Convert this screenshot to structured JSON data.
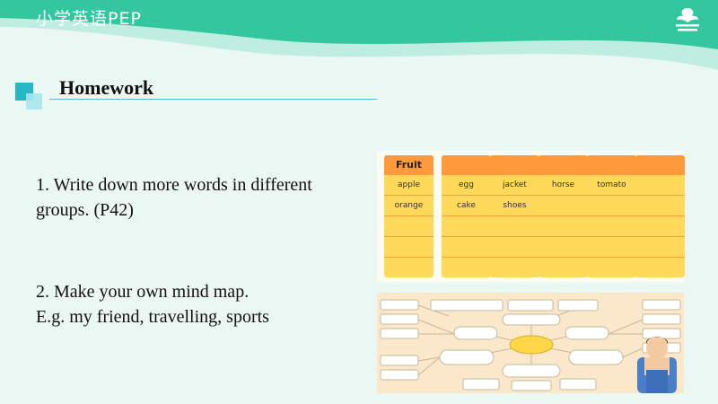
{
  "header": {
    "brand": "小学英语PEP",
    "colors": {
      "wave_dark": "#34c79f",
      "wave_light": "#bfeee0",
      "text": "#ffffff"
    }
  },
  "title": "Homework",
  "tasks": [
    {
      "text": "1. Write down more words in different groups. (P42)"
    },
    {
      "line1": "2. Make your own mind map.",
      "line2": "E.g. my friend, travelling, sports"
    }
  ],
  "word_table": {
    "columns": [
      {
        "header": "Fruit",
        "words": [
          "apple",
          "orange"
        ]
      },
      {
        "header": "",
        "words": [
          "egg",
          "cake"
        ]
      },
      {
        "header": "",
        "words": [
          "jacket",
          "shoes"
        ]
      },
      {
        "header": "",
        "words": [
          "horse"
        ]
      },
      {
        "header": "",
        "words": [
          "tomato"
        ]
      },
      {
        "header": "",
        "words": []
      }
    ],
    "colors": {
      "header": "#ff9a3c",
      "body": "#ffd95a",
      "line": "#f0a43a"
    }
  },
  "mind_map": {
    "colors": {
      "background": "#fbe7c9",
      "center": "#ffd84a",
      "box": "#ffffff",
      "line": "#c8b89a"
    }
  }
}
